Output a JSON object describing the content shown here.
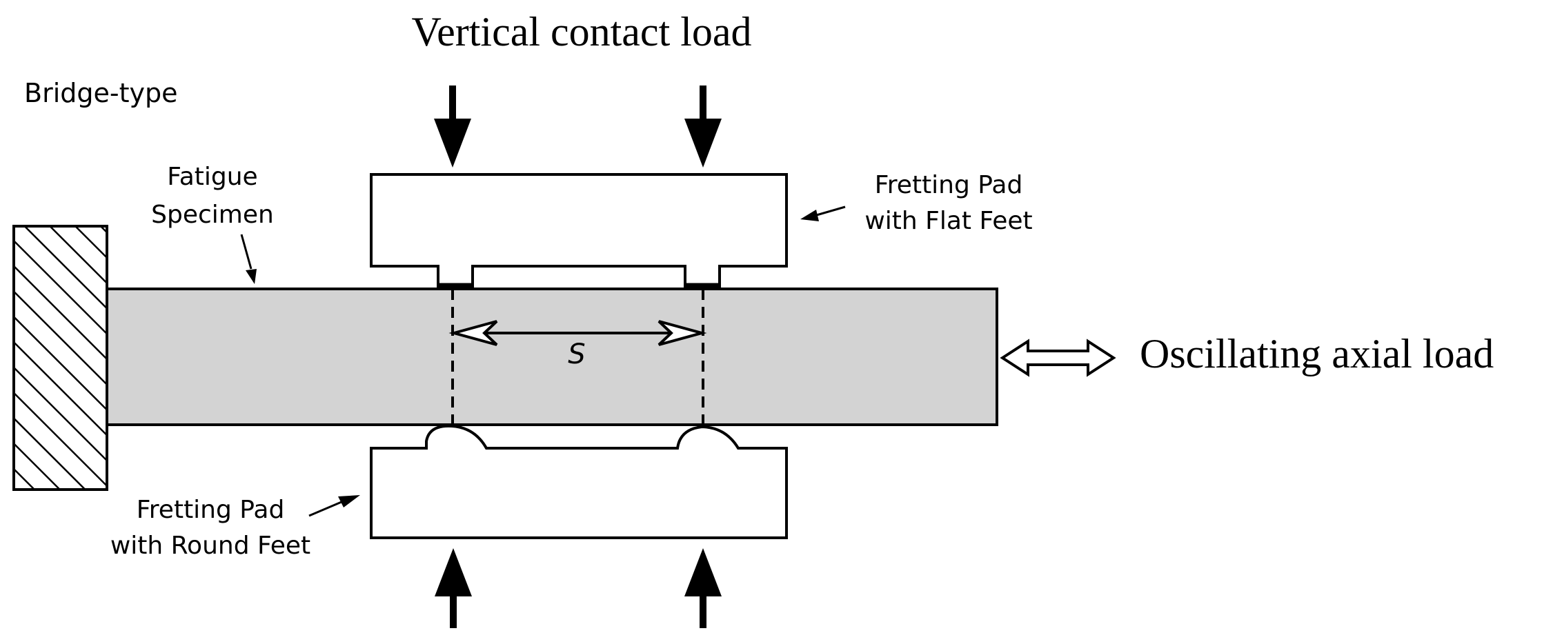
{
  "labels": {
    "vertical_load": "Vertical contact load",
    "bridge_type": "Bridge-type",
    "fatigue_line1": "Fatigue",
    "fatigue_line2": "Specimen",
    "flat_pad_line1": "Fretting Pad",
    "flat_pad_line2": "with Flat Feet",
    "round_pad_line1": "Fretting Pad",
    "round_pad_line2": "with Round Feet",
    "oscillating": "Oscillating axial load",
    "span": "S"
  },
  "colors": {
    "specimen_fill": "#d3d3d3",
    "stroke": "#000000",
    "background": "#ffffff"
  },
  "icons": {
    "fixed_wall": "hatched-wall",
    "load_arrow": "solid-arrow",
    "axial_arrow": "hollow-double-arrow",
    "span_arrow": "hollow-double-arrow"
  }
}
